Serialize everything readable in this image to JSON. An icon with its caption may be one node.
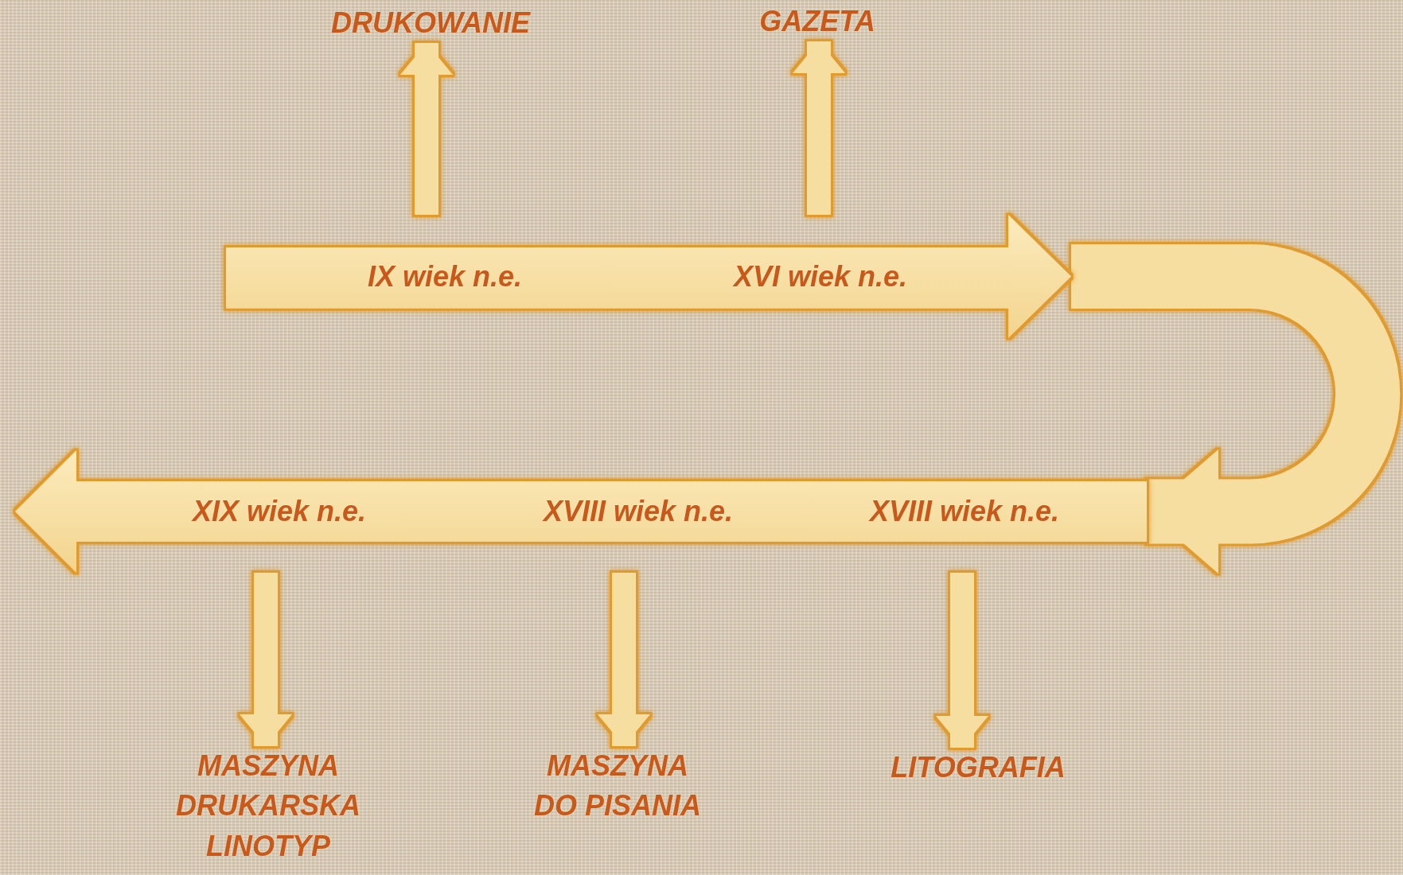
{
  "diagram": {
    "nodes": [
      {
        "text": [
          "DRUKOWANIE"
        ]
      },
      {
        "text": [
          "GAZETA"
        ]
      },
      {
        "text": [
          "IX wiek n.e.",
          "XVI wiek n.e."
        ]
      },
      {
        "text": [
          "XIX wiek n.e.",
          "XVIII wiek n.e.",
          "XVIII wiek n.e."
        ]
      },
      {
        "text": [
          "MASZYNA DRUKARSKA LINOTYP"
        ]
      },
      {
        "text": [
          "MASZYNA DO PISANIA"
        ]
      },
      {
        "text": [
          "LITOGRAFIA"
        ]
      }
    ],
    "edges": [
      {
        "from": 2,
        "to": 0,
        "arrow": "to"
      },
      {
        "from": 2,
        "to": 1,
        "arrow": "to"
      },
      {
        "from": 2,
        "to": 3,
        "arrow": "to",
        "style": "thick"
      },
      {
        "from": 3,
        "to": 4,
        "arrow": "to"
      },
      {
        "from": 3,
        "to": 5,
        "arrow": "to"
      },
      {
        "from": 3,
        "to": 6,
        "arrow": "to"
      }
    ]
  }
}
